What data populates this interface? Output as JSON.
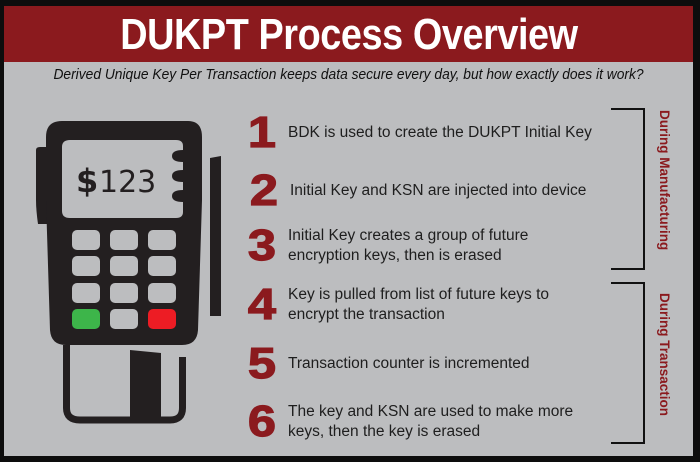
{
  "title": "DUKPT Process Overview",
  "subtitle": "Derived Unique Key Per Transaction keeps data secure every day, but how exactly does it work?",
  "terminal": {
    "screen_amount": "$123",
    "currency_symbol": "$",
    "amount_digits": "123",
    "keypad_rows": 4,
    "keypad_cols": 3,
    "confirm_key_color": "#3db54a",
    "cancel_key_color": "#ed1c24"
  },
  "steps": [
    {
      "number": "1",
      "text": [
        "BDK is used to create the DUKPT Initial Key"
      ]
    },
    {
      "number": "2",
      "text": [
        "Initial Key and KSN are injected into device"
      ]
    },
    {
      "number": "3",
      "text": [
        "Initial Key creates a group of future",
        "encryption keys, then is erased"
      ]
    },
    {
      "number": "4",
      "text": [
        "Key is pulled from list of future keys to",
        "encrypt the transaction"
      ]
    },
    {
      "number": "5",
      "text": [
        "Transaction counter is incremented"
      ]
    },
    {
      "number": "6",
      "text": [
        "The key and KSN are used to make more",
        "keys, then the key is erased"
      ]
    }
  ],
  "phases": [
    {
      "label": "During Manufacturing",
      "steps": "1-3"
    },
    {
      "label": "During Transaction",
      "steps": "4-6"
    }
  ],
  "colors": {
    "banner": "#8b1a1e",
    "background": "#bcbdbf",
    "border": "#0d0d0d",
    "accent_number": "#8b1a1e",
    "device": "#231f20"
  }
}
